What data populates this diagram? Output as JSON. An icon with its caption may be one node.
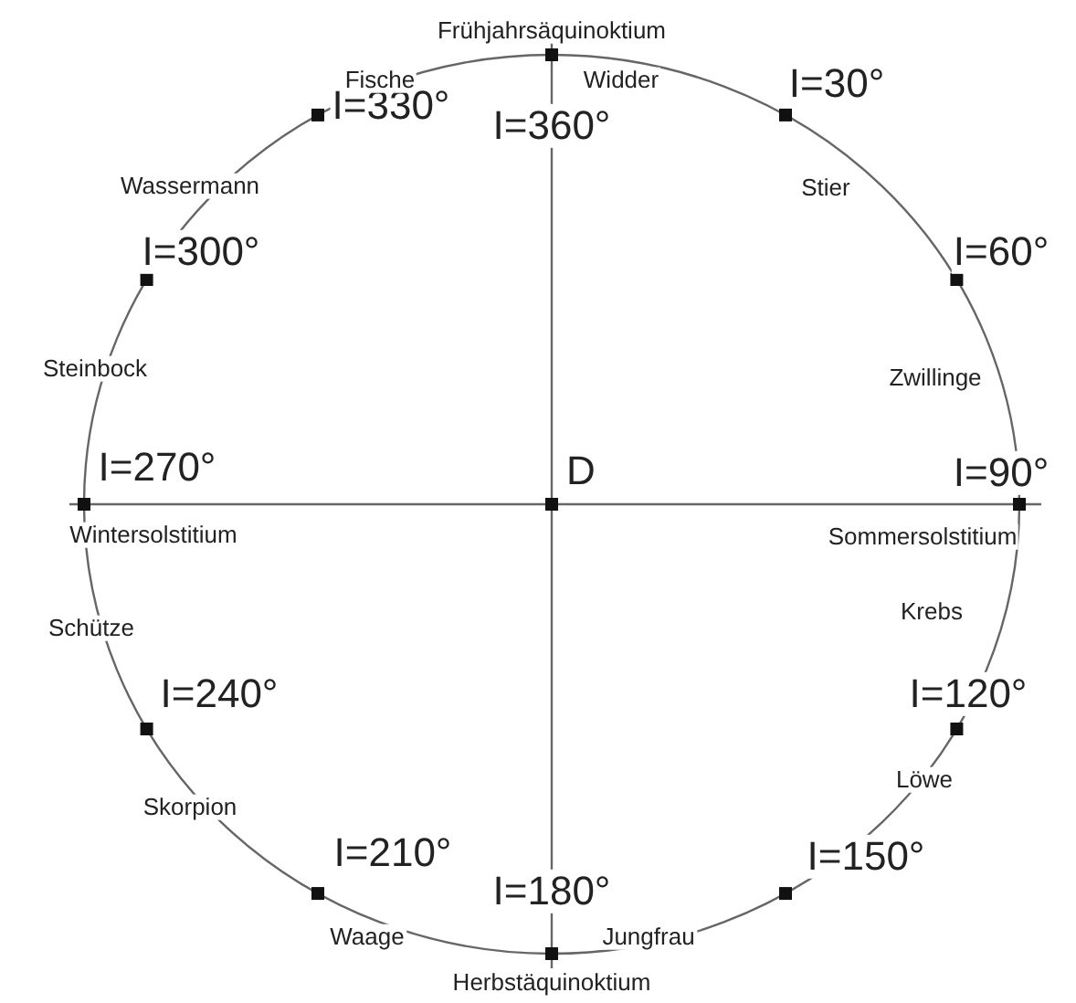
{
  "diagram": {
    "labels": [
      "Frühjahrsäquinoktium",
      "I=330°",
      "Fische",
      "Widder",
      "I=30°",
      "I=360°",
      "Wassermann",
      "Stier",
      "I=300°",
      "I=60°",
      "Steinbock",
      "Zwillinge",
      "I=270°",
      "D",
      "I=90°",
      "Wintersolstitium",
      "Sommersolstitium",
      "Schütze",
      "Krebs",
      "I=240°",
      "I=120°",
      "Skorpion",
      "Löwe",
      "I=210°",
      "I=150°",
      "I=180°",
      "Waage",
      "Jungfrau",
      "Herbstäquinoktium"
    ]
  }
}
